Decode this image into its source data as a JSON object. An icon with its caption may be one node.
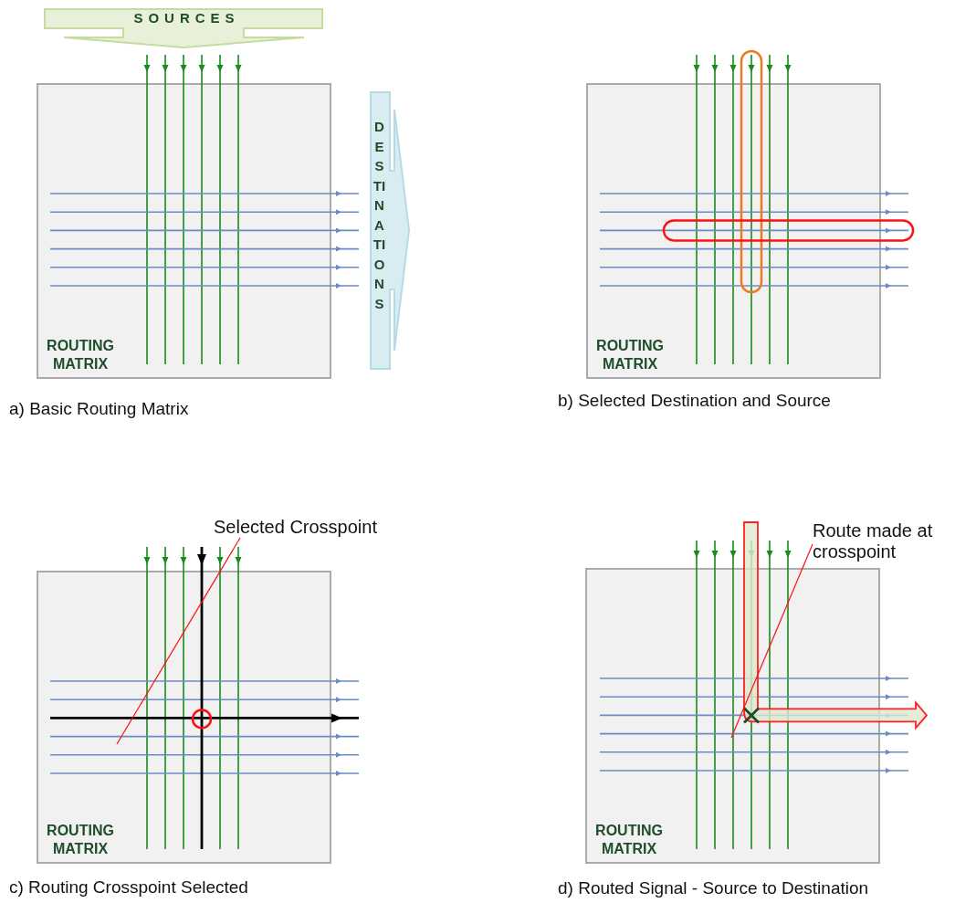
{
  "diagram": {
    "nodes": [
      {
        "text": [
          "SOURCES"
        ]
      },
      {
        "text": [
          "DESTINATIONS"
        ]
      },
      {
        "text": [
          "ROUTING MATRIX"
        ],
        "beside": [
          "a) Basic Routing Matrix"
        ]
      },
      {
        "text": [
          "ROUTING MATRIX"
        ],
        "beside": [
          "b) Selected Destination and Source"
        ]
      },
      {
        "text": [
          "ROUTING MATRIX"
        ],
        "beside": [
          "c) Routing Crosspoint Selected"
        ]
      },
      {
        "text": [
          "Selected Crosspoint"
        ]
      },
      {
        "text": [
          "ROUTING MATRIX"
        ],
        "beside": [
          "d) Routed Signal - Source to Destination"
        ]
      },
      {
        "text": [
          "Route made at crosspoint"
        ]
      }
    ],
    "edges": [
      {
        "from": 5,
        "to": 4,
        "arrow": "none"
      },
      {
        "from": 7,
        "to": 6,
        "arrow": "none"
      }
    ]
  }
}
